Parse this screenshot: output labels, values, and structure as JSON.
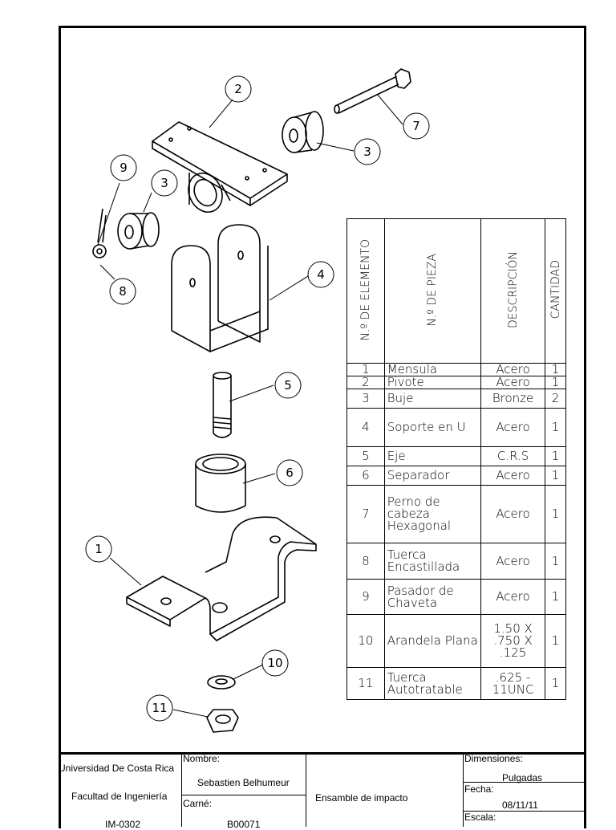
{
  "bom": {
    "headers": [
      "N.º DE ELEMENTO",
      "N.º DE PIEZA",
      "DESCRIPCIÓN",
      "CANTIDAD"
    ],
    "rows": [
      {
        "num": "1",
        "name": "Mensula",
        "desc": "Acero",
        "qty": "1"
      },
      {
        "num": "2",
        "name": "Pivote",
        "desc": "Acero",
        "qty": "1"
      },
      {
        "num": "3",
        "name": "Buje",
        "desc": "Bronze",
        "qty": "2"
      },
      {
        "num": "4",
        "name": "Soporte en U",
        "desc": "Acero",
        "qty": "1"
      },
      {
        "num": "5",
        "name": "Eje",
        "desc": "C.R.S",
        "qty": "1"
      },
      {
        "num": "6",
        "name": "Separador",
        "desc": "Acero",
        "qty": "1"
      },
      {
        "num": "7",
        "name": "Perno de cabeza Hexagonal",
        "desc": "Acero",
        "qty": "1"
      },
      {
        "num": "8",
        "name": "Tuerca Encastillada",
        "desc": "Acero",
        "qty": "1"
      },
      {
        "num": "9",
        "name": "Pasador de Chaveta",
        "desc": "Acero",
        "qty": "1"
      },
      {
        "num": "10",
        "name": "Arandela Plana",
        "desc": "1.50 X .750 X .125",
        "qty": "1"
      },
      {
        "num": "11",
        "name": "Tuerca Autotratable",
        "desc": ".625 - 11UNC",
        "qty": "1"
      }
    ]
  },
  "balloons": [
    "1",
    "2",
    "3",
    "3",
    "4",
    "5",
    "6",
    "7",
    "8",
    "9",
    "10",
    "11"
  ],
  "title_block": {
    "university": "Universidad De Costa Rica",
    "faculty": "Facultad de Ingeniería",
    "course": "IM-0302",
    "name_label": "Nombre:",
    "name_value": "Sebastien Belhumeur",
    "carne_label": "Carné:",
    "carne_value": "B00071",
    "drawing_title": "Ensamble de impacto",
    "dim_label": "Dimensiones:",
    "dim_value": "Pulgadas",
    "date_label": "Fecha:",
    "date_value": "08/11/11",
    "scale_label": "Escala:"
  }
}
